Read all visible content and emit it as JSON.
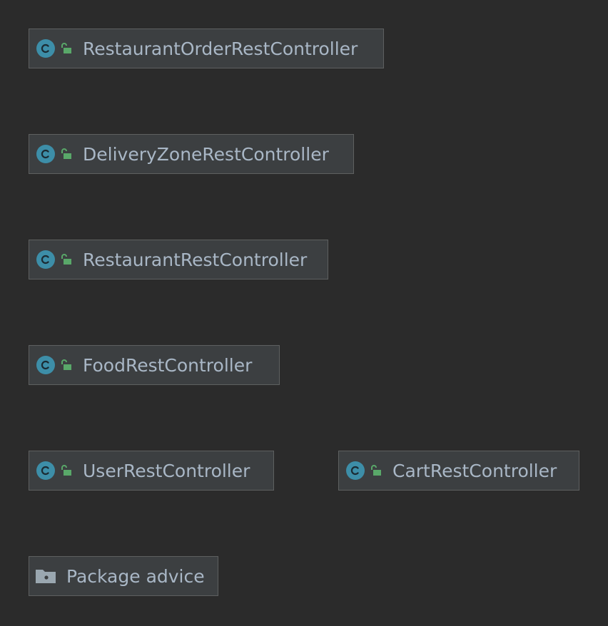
{
  "colors": {
    "background": "#2b2b2b",
    "node_fill": "#3c3f41",
    "node_border": "#5e6060",
    "text": "#a9b7c6",
    "class_icon": "#3d8ea8",
    "lock_icon": "#59a869",
    "folder_icon": "#9aa7b0"
  },
  "nodes": [
    {
      "label": "RestaurantOrderRestController",
      "kind": "class",
      "icons": [
        "class-c-icon",
        "public-lock-icon"
      ]
    },
    {
      "label": "DeliveryZoneRestController",
      "kind": "class",
      "icons": [
        "class-c-icon",
        "public-lock-icon"
      ]
    },
    {
      "label": "RestaurantRestController",
      "kind": "class",
      "icons": [
        "class-c-icon",
        "public-lock-icon"
      ]
    },
    {
      "label": "FoodRestController",
      "kind": "class",
      "icons": [
        "class-c-icon",
        "public-lock-icon"
      ]
    },
    {
      "label": "UserRestController",
      "kind": "class",
      "icons": [
        "class-c-icon",
        "public-lock-icon"
      ]
    },
    {
      "label": "CartRestController",
      "kind": "class",
      "icons": [
        "class-c-icon",
        "public-lock-icon"
      ]
    },
    {
      "label": "Package advice",
      "kind": "package",
      "icons": [
        "folder-icon"
      ]
    }
  ]
}
